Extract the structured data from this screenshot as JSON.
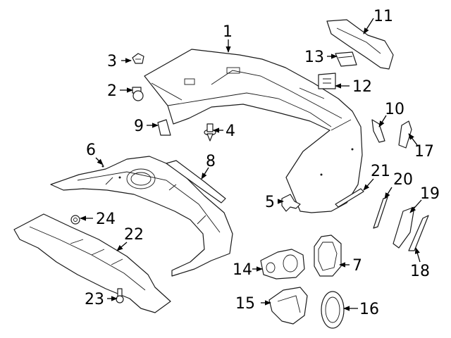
{
  "diagram": {
    "callouts": [
      {
        "id": "1",
        "label": "1"
      },
      {
        "id": "2",
        "label": "2"
      },
      {
        "id": "3",
        "label": "3"
      },
      {
        "id": "4",
        "label": "4"
      },
      {
        "id": "5",
        "label": "5"
      },
      {
        "id": "6",
        "label": "6"
      },
      {
        "id": "7",
        "label": "7"
      },
      {
        "id": "8",
        "label": "8"
      },
      {
        "id": "9",
        "label": "9"
      },
      {
        "id": "10",
        "label": "10"
      },
      {
        "id": "11",
        "label": "11"
      },
      {
        "id": "12",
        "label": "12"
      },
      {
        "id": "13",
        "label": "13"
      },
      {
        "id": "14",
        "label": "14"
      },
      {
        "id": "15",
        "label": "15"
      },
      {
        "id": "16",
        "label": "16"
      },
      {
        "id": "17",
        "label": "17"
      },
      {
        "id": "18",
        "label": "18"
      },
      {
        "id": "19",
        "label": "19"
      },
      {
        "id": "20",
        "label": "20"
      },
      {
        "id": "21",
        "label": "21"
      },
      {
        "id": "22",
        "label": "22"
      },
      {
        "id": "23",
        "label": "23"
      },
      {
        "id": "24",
        "label": "24"
      }
    ],
    "colors": {
      "line": "#1a1a1a",
      "background": "#ffffff"
    }
  }
}
